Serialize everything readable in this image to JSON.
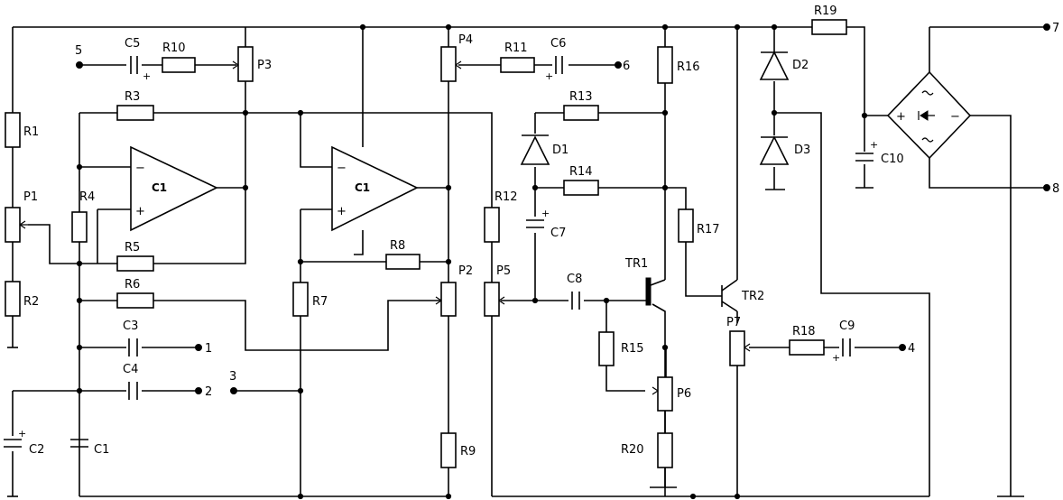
{
  "resistors": {
    "R1": "R1",
    "R2": "R2",
    "R3": "R3",
    "R4": "R4",
    "R5": "R5",
    "R6": "R6",
    "R7": "R7",
    "R8": "R8",
    "R9": "R9",
    "R10": "R10",
    "R11": "R11",
    "R12": "R12",
    "R13": "R13",
    "R14": "R14",
    "R15": "R15",
    "R16": "R16",
    "R17": "R17",
    "R18": "R18",
    "R19": "R19",
    "R20": "R20"
  },
  "capacitors": {
    "C1": "C1",
    "C2": "C2",
    "C3": "C3",
    "C4": "C4",
    "C5": "C5",
    "C6": "C6",
    "C7": "C7",
    "C8": "C8",
    "C9": "C9",
    "C10": "C10"
  },
  "potentiometers": {
    "P1": "P1",
    "P2": "P2",
    "P3": "P3",
    "P4": "P4",
    "P5": "P5",
    "P6": "P6",
    "P7": "P7"
  },
  "diodes": {
    "D1": "D1",
    "D2": "D2",
    "D3": "D3"
  },
  "transistors": {
    "TR1": "TR1",
    "TR2": "TR2"
  },
  "opamps": {
    "left": "C1",
    "right": "C1"
  },
  "terminals": {
    "t1": "1",
    "t2": "2",
    "t3": "3",
    "t4": "4",
    "t5": "5",
    "t6": "6",
    "t7": "7",
    "t8": "8"
  },
  "polarity": {
    "plus": "+",
    "minus": "−"
  }
}
